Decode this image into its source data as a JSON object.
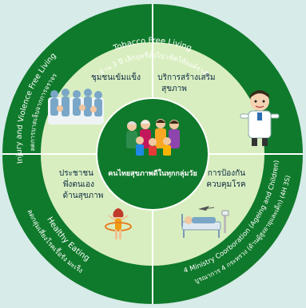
{
  "colors": {
    "background": "#d7ebe9",
    "outer_ring": "#0f7a2b",
    "quadrant": "#d9eec0",
    "center": "#0f7a2b",
    "divider": "#ffffff"
  },
  "outer_ring": {
    "top": {
      "title": "Tobacco Free Living",
      "subtitle": "3 ล้าน 3 ปี เลิกบุหรี่ทั่วไป เทิดไท้องค์ราชัน"
    },
    "left": {
      "title": "Injury and Violence Free Living",
      "subtitle": "ลดการบาดเจ็บจากการจราจร"
    },
    "bottom_left": {
      "title": "Healthy Eating",
      "subtitle": "ลดกลุ่มเสี่ยงโรคเรื้อรัง มะเร็ง"
    },
    "bottom_right": {
      "title": "4 Ministry Coorboration (Ageing and Children)",
      "subtitle": "บูรณาการ 4 กระทรวง (ด้านผู้สูงอายุและเด็ก) (4H 3S)"
    }
  },
  "quadrants": {
    "top_left": {
      "lines": [
        "ชุมชนเข้มแข็ง"
      ],
      "icon": "crowd-of-people-icon"
    },
    "top_right": {
      "lines": [
        "บริการสร้างเสริม",
        "สุขภาพ"
      ],
      "icon": "doctor-cartoon-icon"
    },
    "bottom_left": {
      "lines": [
        "ประชาชน",
        "พึ่งตนเอง",
        "ด้านสุขภาพ"
      ],
      "icon": "hula-hoop-person-icon"
    },
    "bottom_right": {
      "lines": [
        "การป้องกัน",
        "ควบคุมโรค"
      ],
      "icon": "hospital-bed-mosquito-icon"
    }
  },
  "center": {
    "label": "คนไทยสุขภาพดีในทุกกลุ่มวัย",
    "icon": "family-group-icon"
  }
}
